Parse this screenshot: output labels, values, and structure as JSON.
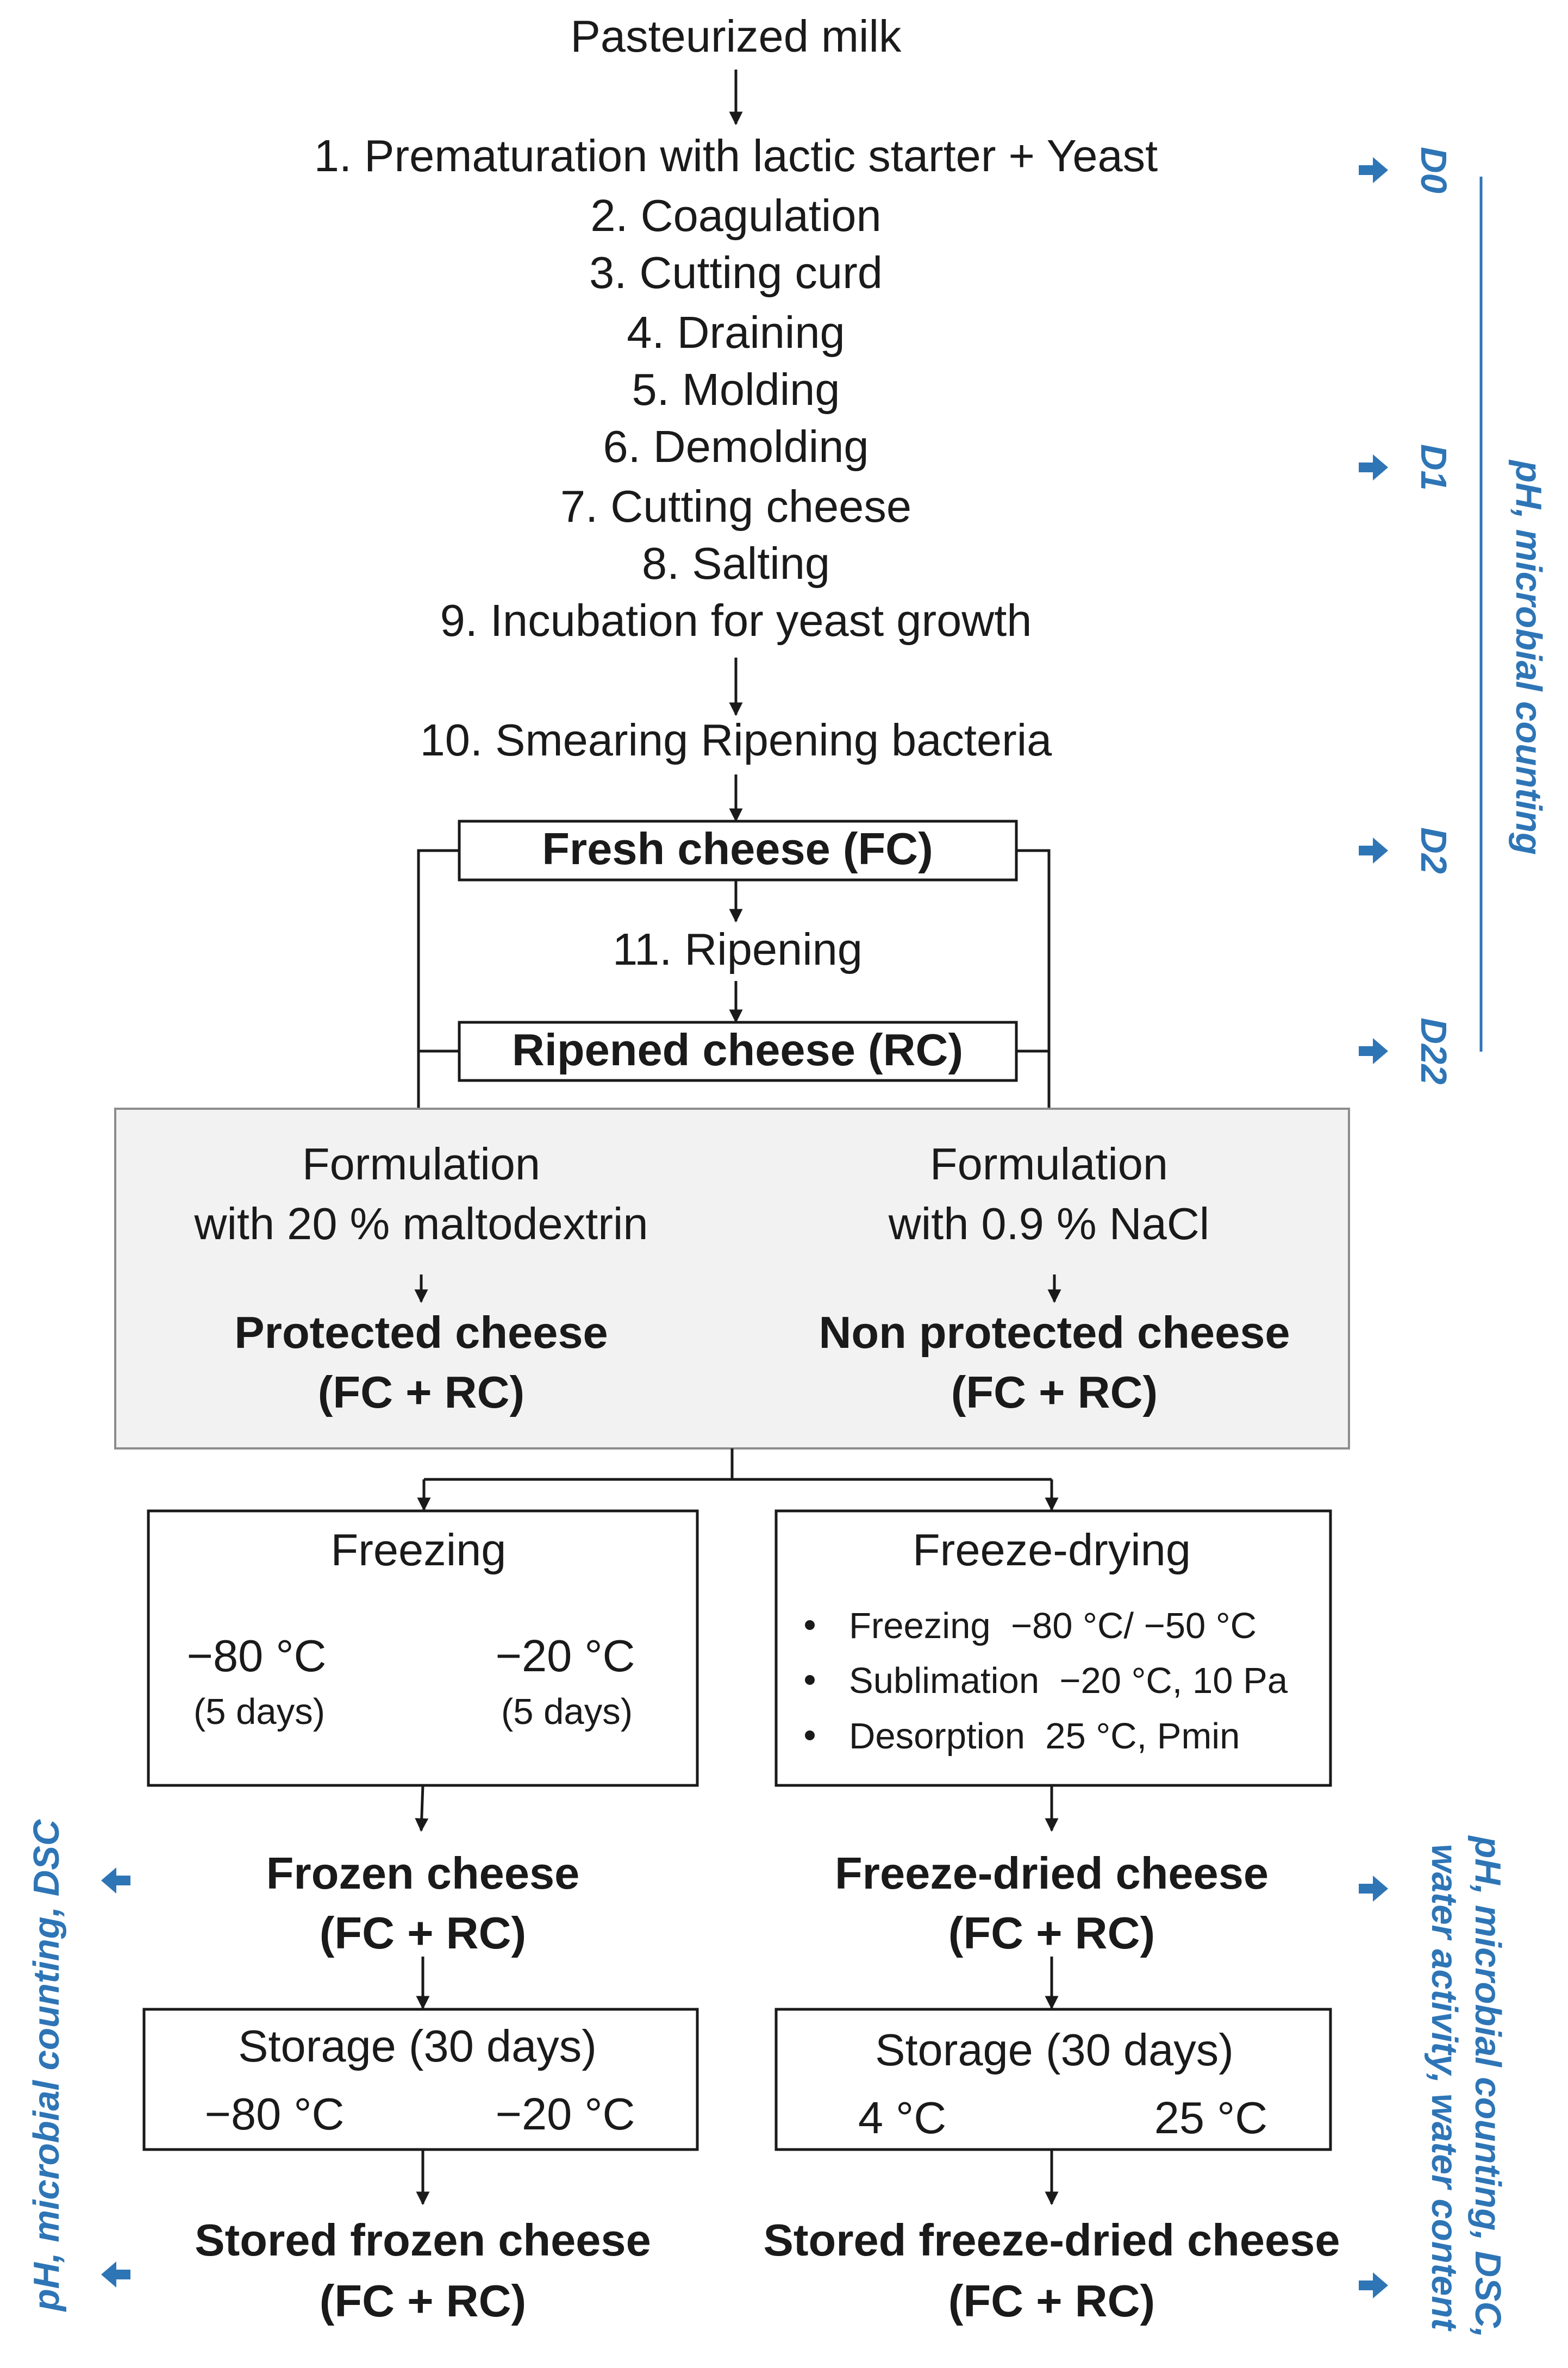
{
  "top": {
    "milk": "Pasteurized milk",
    "steps": [
      "1. Prematuration with lactic starter + Yeast",
      "2. Coagulation",
      "3. Cutting curd",
      "4. Draining",
      "5. Molding",
      "6. Demolding",
      "7. Cutting cheese",
      "8. Salting",
      "9. Incubation for yeast growth"
    ],
    "smearing": "10. Smearing Ripening bacteria",
    "fresh_cheese": "Fresh cheese (FC)",
    "ripening": "11. Ripening",
    "ripened_cheese": "Ripened cheese (RC)"
  },
  "formulation": {
    "left": {
      "line1": "Formulation",
      "line2": "with 20 % maltodextrin",
      "result1": "Protected cheese",
      "result2": "(FC + RC)"
    },
    "right": {
      "line1": "Formulation",
      "line2": "with 0.9 % NaCl",
      "result1": "Non protected cheese",
      "result2": "(FC + RC)"
    }
  },
  "freezing": {
    "title": "Freezing",
    "temp1": "−80 °C",
    "dur1": "(5 days)",
    "temp2": "−20 °C",
    "dur2": "(5 days)",
    "result1": "Frozen cheese",
    "result2": "(FC + RC)",
    "storage_title": "Storage (30 days)",
    "storage_t1": "−80 °C",
    "storage_t2": "−20 °C",
    "stored1": "Stored frozen cheese",
    "stored2": "(FC + RC)"
  },
  "freeze_drying": {
    "title": "Freeze-drying",
    "bullets": [
      "Freezing  −80 °C/ −50 °C",
      "Sublimation  −20 °C, 10 Pa",
      "Desorption  25 °C, Pmin"
    ],
    "result1": "Freeze-dried cheese",
    "result2": "(FC + RC)",
    "storage_title": "Storage (30 days)",
    "storage_t1": "4 °C",
    "storage_t2": "25 °C",
    "stored1": "Stored freeze-dried cheese",
    "stored2": "(FC + RC)"
  },
  "sampling": {
    "d0": "D0",
    "d1": "D1",
    "d2": "D2",
    "d22": "D22",
    "top_analysis": "pH, microbial counting",
    "left_analysis": "pH, microbial counting, DSC",
    "right_analysis_1": "pH, microbial counting, DSC,",
    "right_analysis_2": "water activity, water content"
  },
  "colors": {
    "accent": "#2e75b6",
    "text": "#1a1a1a",
    "gray_fill": "#f2f2f2"
  }
}
